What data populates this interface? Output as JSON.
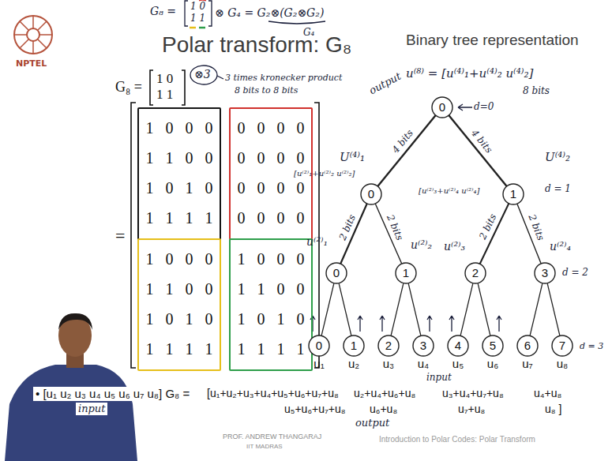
{
  "diagram": {
    "title": "Polar transform: G₈",
    "nodes": [
      {
        "text": [
          "1 0 0 0",
          "1 1 0 0",
          "1 0 1 0",
          "1 1 1 1"
        ]
      },
      {
        "text": [
          "0 0 0 0",
          "0 0 0 0",
          "0 0 0 0",
          "0 0 0 0"
        ]
      },
      {
        "text": [
          "1 0 0 0",
          "1 1 0 0",
          "1 0 1 0",
          "1 1 1 1"
        ]
      },
      {
        "text": [
          "1 0 0 0",
          "1 1 0 0",
          "1 0 1 0",
          "1 1 1 1"
        ]
      },
      {
        "text": [
          "0"
        ]
      },
      {
        "text": [
          "0"
        ]
      },
      {
        "text": [
          "1"
        ]
      },
      {
        "text": [
          "0"
        ]
      },
      {
        "text": [
          "1"
        ]
      },
      {
        "text": [
          "2"
        ]
      },
      {
        "text": [
          "3"
        ]
      },
      {
        "text": [
          "0",
          "u₁"
        ]
      },
      {
        "text": [
          "1",
          "u₂"
        ]
      },
      {
        "text": [
          "2",
          "u₃"
        ]
      },
      {
        "text": [
          "3",
          "u₄"
        ]
      },
      {
        "text": [
          "4",
          "u₅"
        ]
      },
      {
        "text": [
          "5",
          "u₆"
        ]
      },
      {
        "text": [
          "6",
          "u₇"
        ]
      },
      {
        "text": [
          "7",
          "u₈"
        ]
      }
    ],
    "edges": [
      {
        "from": 4,
        "to": 5,
        "arrow": "none",
        "label": "4 bits"
      },
      {
        "from": 4,
        "to": 6,
        "arrow": "none",
        "label": "4 bits"
      },
      {
        "from": 5,
        "to": 7,
        "arrow": "none",
        "label": "2 bits"
      },
      {
        "from": 5,
        "to": 8,
        "arrow": "none",
        "label": "2 bits"
      },
      {
        "from": 6,
        "to": 9,
        "arrow": "none",
        "label": "2 bits"
      },
      {
        "from": 6,
        "to": 10,
        "arrow": "none",
        "label": "2 bits"
      },
      {
        "from": 7,
        "to": 11,
        "arrow": "none"
      },
      {
        "from": 7,
        "to": 12,
        "arrow": "none"
      },
      {
        "from": 8,
        "to": 13,
        "arrow": "none"
      },
      {
        "from": 8,
        "to": 14,
        "arrow": "none"
      },
      {
        "from": 9,
        "to": 15,
        "arrow": "none"
      },
      {
        "from": 9,
        "to": 16,
        "arrow": "none"
      },
      {
        "from": 10,
        "to": 17,
        "arrow": "none"
      },
      {
        "from": 10,
        "to": 18,
        "arrow": "none"
      }
    ],
    "labels": [
      "G₈ =",
      "1 0",
      "1 1",
      "⊗ G₄ = G₂⊗(G₂⊗G₂)",
      "G₄",
      "NPTEL",
      "G₈ =",
      "1 0",
      "1 1",
      "⊗3",
      "3 times kronecker product",
      "8 bits to 8 bits",
      "=",
      "Binary tree representation",
      "output",
      "u⁽⁸⁾ = [u⁽⁴⁾₁+u⁽⁴⁾₂ u⁽⁴⁾₂]",
      "8 bits",
      "d=0",
      "U⁽⁴⁾₁",
      "U⁽⁴⁾₂",
      "[u⁽²⁾₁+u⁽²⁾₂ u⁽²⁾₂]",
      "[u⁽²⁾₃+u⁽²⁾₄ u⁽²⁾₄]",
      "d = 1",
      "u⁽²⁾₁",
      "u⁽²⁾₂",
      "u⁽²⁾₃",
      "u⁽²⁾₄",
      "d = 2",
      "d = 3",
      "input",
      "• [u₁ u₂ u₃ u₄ u₅ u₆ u₇ u₈] G₈ =",
      "input",
      "[u₁+u₂+u₃+u₄+u₅+u₆+u₇+u₈",
      "u₂+u₄+u₆+u₈",
      "u₃+u₄+u₇+u₈",
      "u₄+u₈",
      "u₅+u₆+u₇+u₈",
      "u₆+u₈",
      "u₇+u₈",
      "u₈ ]",
      "output",
      "PROF. ANDREW THANGARAJ",
      "IIT MADRAS",
      "Introduction to Polar Codes: Polar Transform"
    ]
  }
}
